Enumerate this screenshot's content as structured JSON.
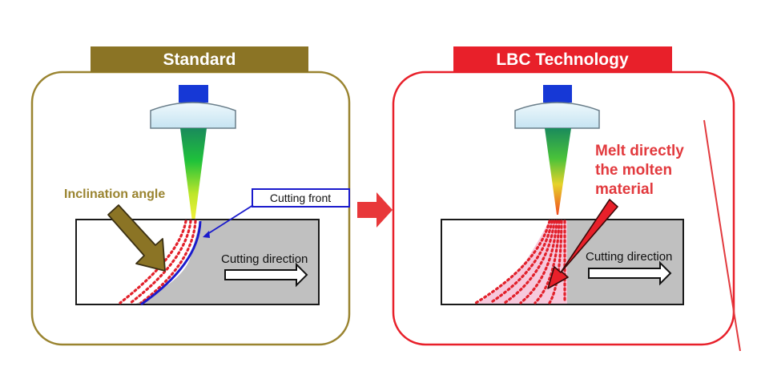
{
  "standard": {
    "title": "Standard",
    "inclination_label": "Inclination angle",
    "cutting_front_label": "Cutting front",
    "cutting_direction_label": "Cutting direction",
    "accent": "#8B7425",
    "front_color": "#1a1acc"
  },
  "lbc": {
    "title": "LBC Technology",
    "melt_label_lines": [
      "Melt directly",
      "the molten",
      "material"
    ],
    "cutting_direction_label": "Cutting direction",
    "accent": "#e8202a"
  },
  "transition_arrow_color": "#e8383a",
  "lens_body_color": "#d7eef8",
  "lens_top_color": "#1638d6",
  "workpiece_fill": "#c0c0c0",
  "melt_dot_color": "#e2202a",
  "melt_zone_color": "#f6c9dc"
}
